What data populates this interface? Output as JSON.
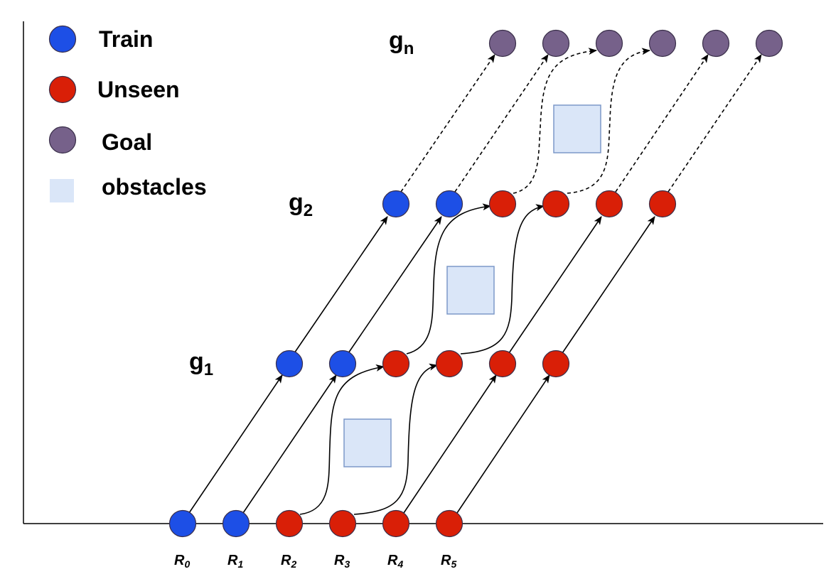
{
  "legend": {
    "items": [
      {
        "label": "Train",
        "kind": "train"
      },
      {
        "label": "Unseen",
        "kind": "unseen"
      },
      {
        "label": "Goal",
        "kind": "goal"
      },
      {
        "label": "obstacles",
        "kind": "obstacle"
      }
    ]
  },
  "colors": {
    "train": "#1d4fe6",
    "unseen": "#d91f07",
    "goal": "#76618a",
    "obstacle_fill": "#dae6f8",
    "obstacle_stroke": "#7d98c9",
    "axis": "#000000"
  },
  "levels": [
    {
      "id": "g1",
      "main": "g",
      "sub": "1"
    },
    {
      "id": "g2",
      "main": "g",
      "sub": "2"
    },
    {
      "id": "gn",
      "main": "g",
      "sub": "n"
    }
  ],
  "robots": [
    {
      "id": "R0",
      "main": "R",
      "sub": "0",
      "kind": "train"
    },
    {
      "id": "R1",
      "main": "R",
      "sub": "1",
      "kind": "train"
    },
    {
      "id": "R2",
      "main": "R",
      "sub": "2",
      "kind": "unseen"
    },
    {
      "id": "R3",
      "main": "R",
      "sub": "3",
      "kind": "unseen"
    },
    {
      "id": "R4",
      "main": "R",
      "sub": "4",
      "kind": "unseen"
    },
    {
      "id": "R5",
      "main": "R",
      "sub": "5",
      "kind": "unseen"
    }
  ],
  "level_nodes": {
    "g1": [
      "train",
      "train",
      "unseen",
      "unseen",
      "unseen",
      "unseen"
    ],
    "g2": [
      "train",
      "train",
      "unseen",
      "unseen",
      "unseen",
      "unseen"
    ],
    "gn": [
      "goal",
      "goal",
      "goal",
      "goal",
      "goal",
      "goal"
    ]
  }
}
